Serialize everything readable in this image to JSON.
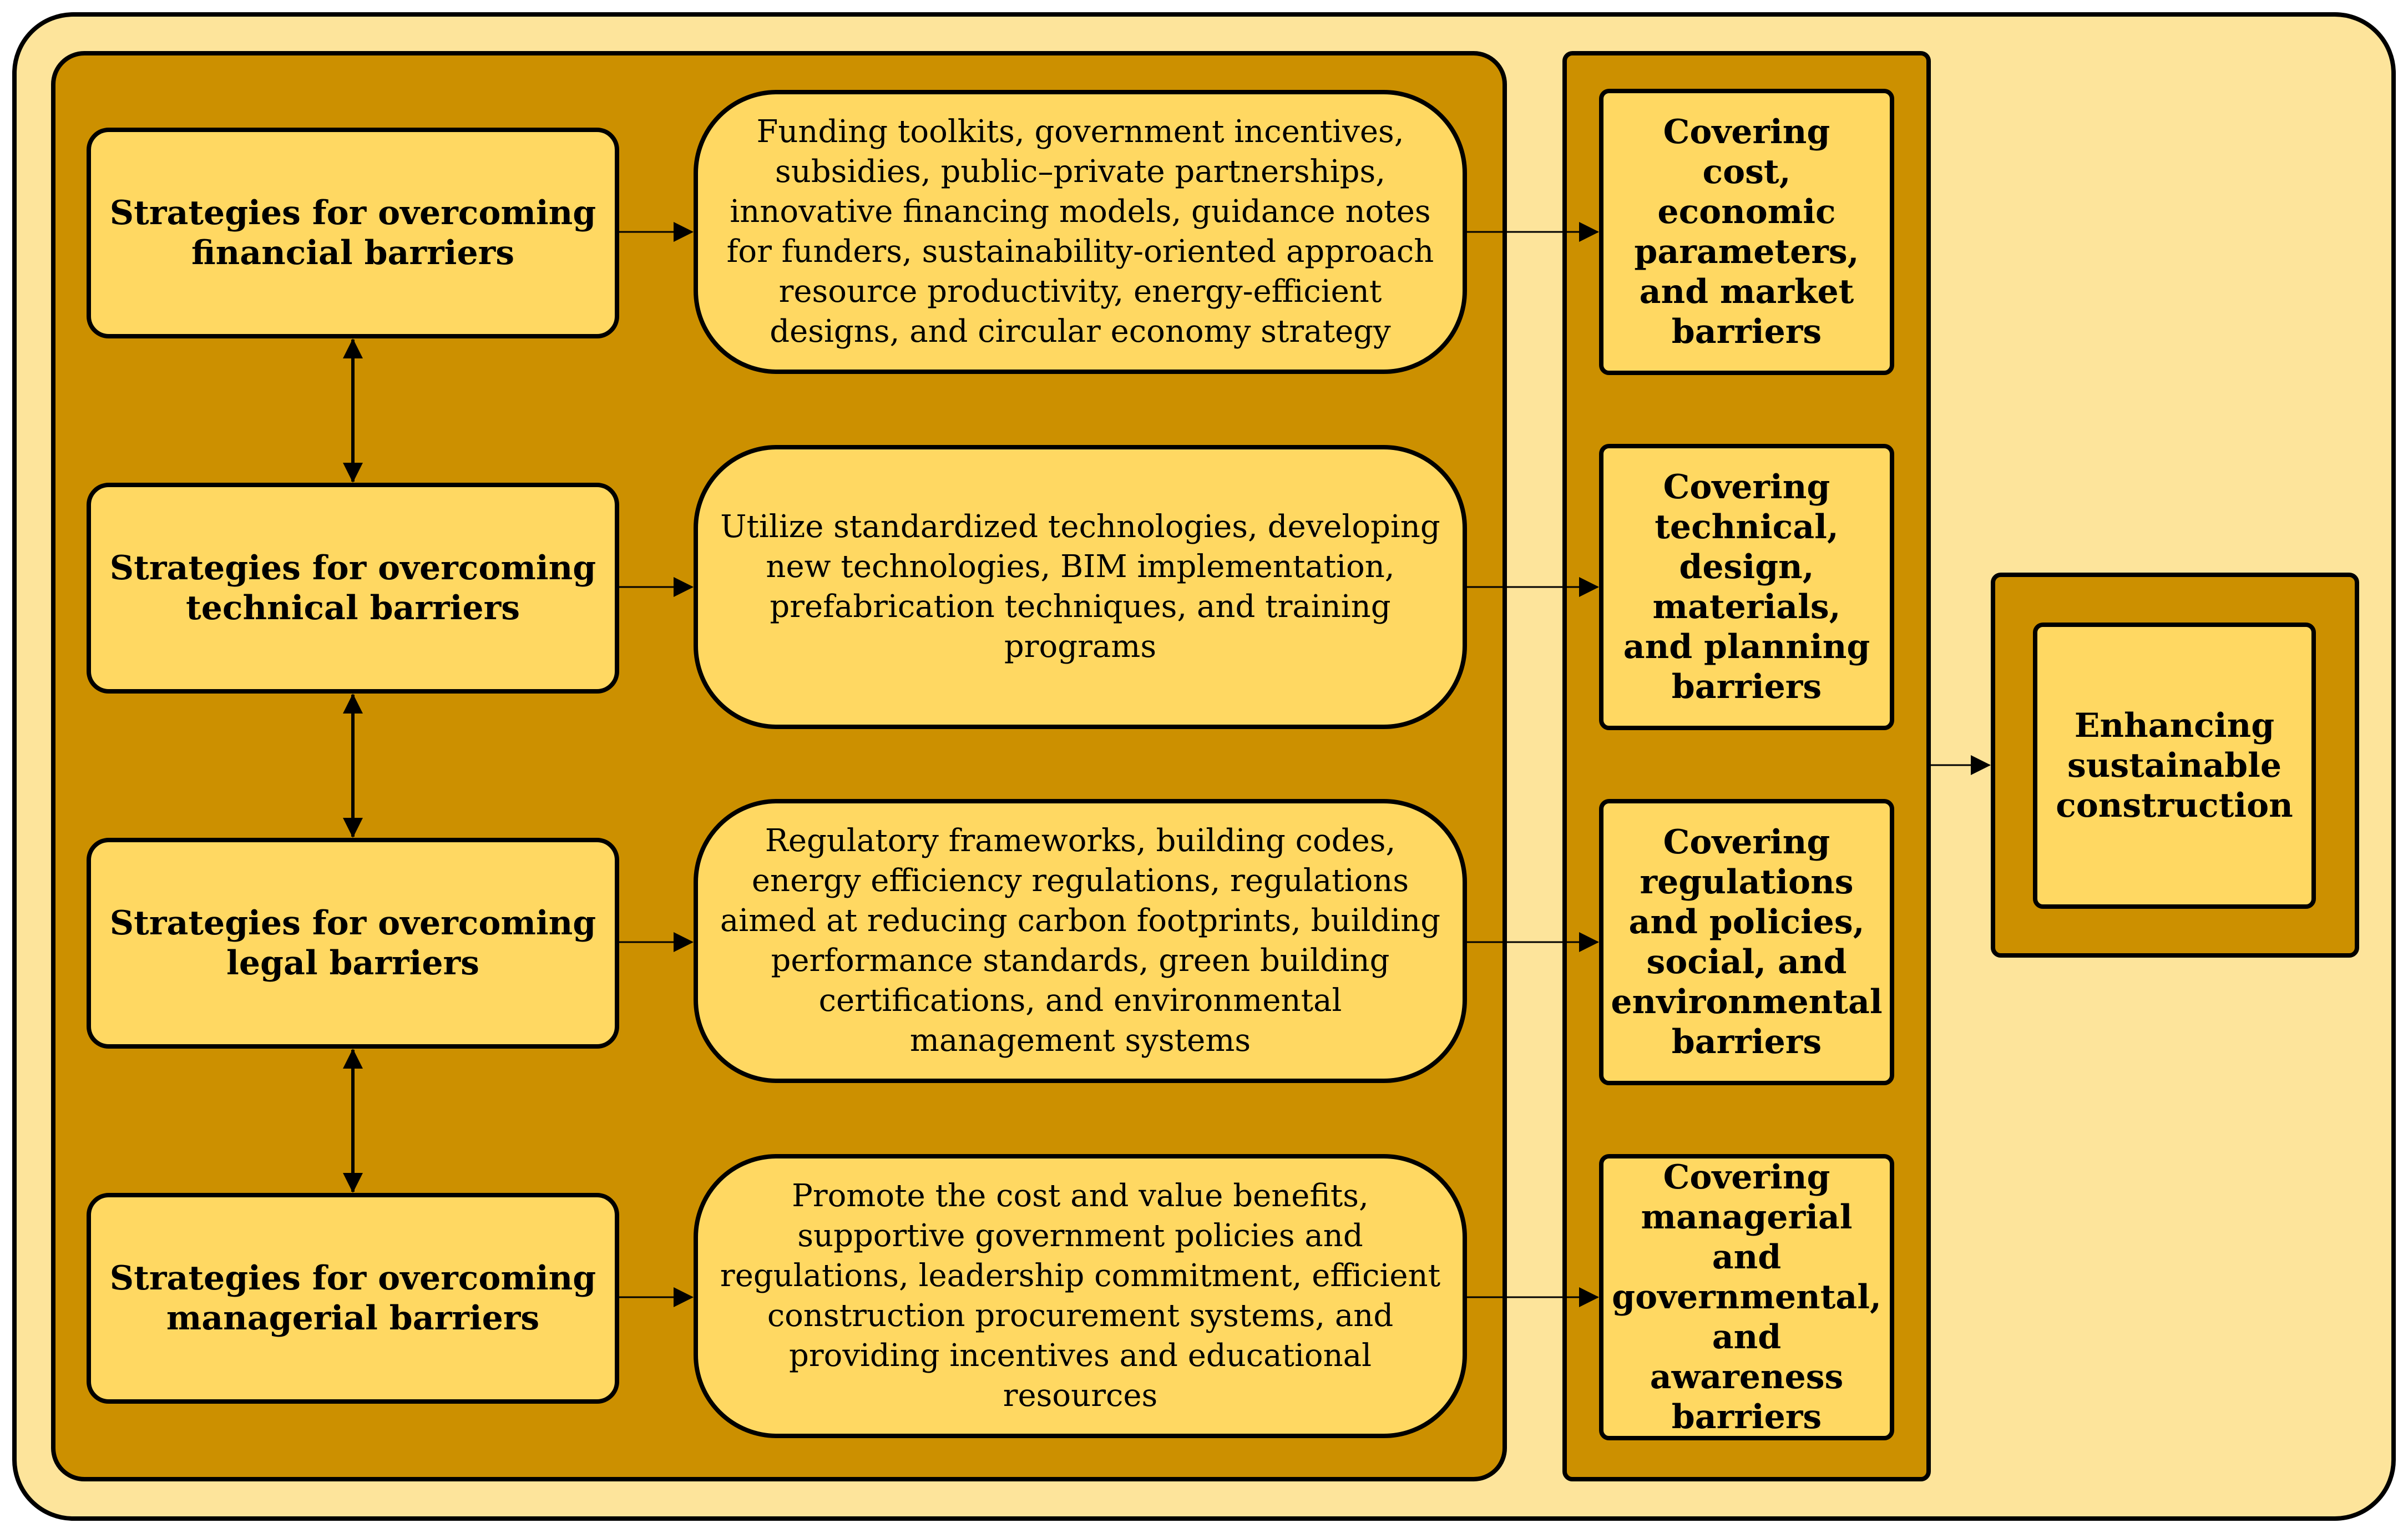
{
  "strategies": [
    {
      "label": "Strategies for overcoming financial barriers"
    },
    {
      "label": "Strategies for overcoming technical barriers"
    },
    {
      "label": "Strategies for overcoming legal barriers"
    },
    {
      "label": "Strategies for overcoming managerial barriers"
    }
  ],
  "details": [
    {
      "text": "Funding toolkits, government incentives, subsidies, public–private partnerships, innovative financing models, guidance notes for funders, sustainability-oriented approach resource productivity, energy-efficient designs, and circular economy strategy"
    },
    {
      "text": "Utilize standardized technologies, developing new technologies, BIM implementation, prefabrication techniques, and training programs"
    },
    {
      "text": "Regulatory frameworks, building codes, energy efficiency regulations, regulations aimed at reducing carbon footprints, building performance standards, green building certifications, and environmental management systems"
    },
    {
      "text": "Promote the cost and value benefits, supportive government policies and regulations, leadership commitment, efficient construction procurement systems,  and providing incentives and educational resources"
    }
  ],
  "coverage": [
    {
      "text": "Covering cost, economic parameters, and market barriers"
    },
    {
      "text": "Covering technical, design, materials, and planning barriers"
    },
    {
      "text": "Covering regulations and policies, social, and environmental barriers"
    },
    {
      "text": "Covering managerial and governmental, and awareness barriers"
    }
  ],
  "goal": {
    "text": "Enhancing sustainable construction"
  },
  "colors": {
    "outer_background": "#fde49b",
    "panel_fill": "#cc9000",
    "box_fill": "#ffd862",
    "stroke": "#000000"
  }
}
